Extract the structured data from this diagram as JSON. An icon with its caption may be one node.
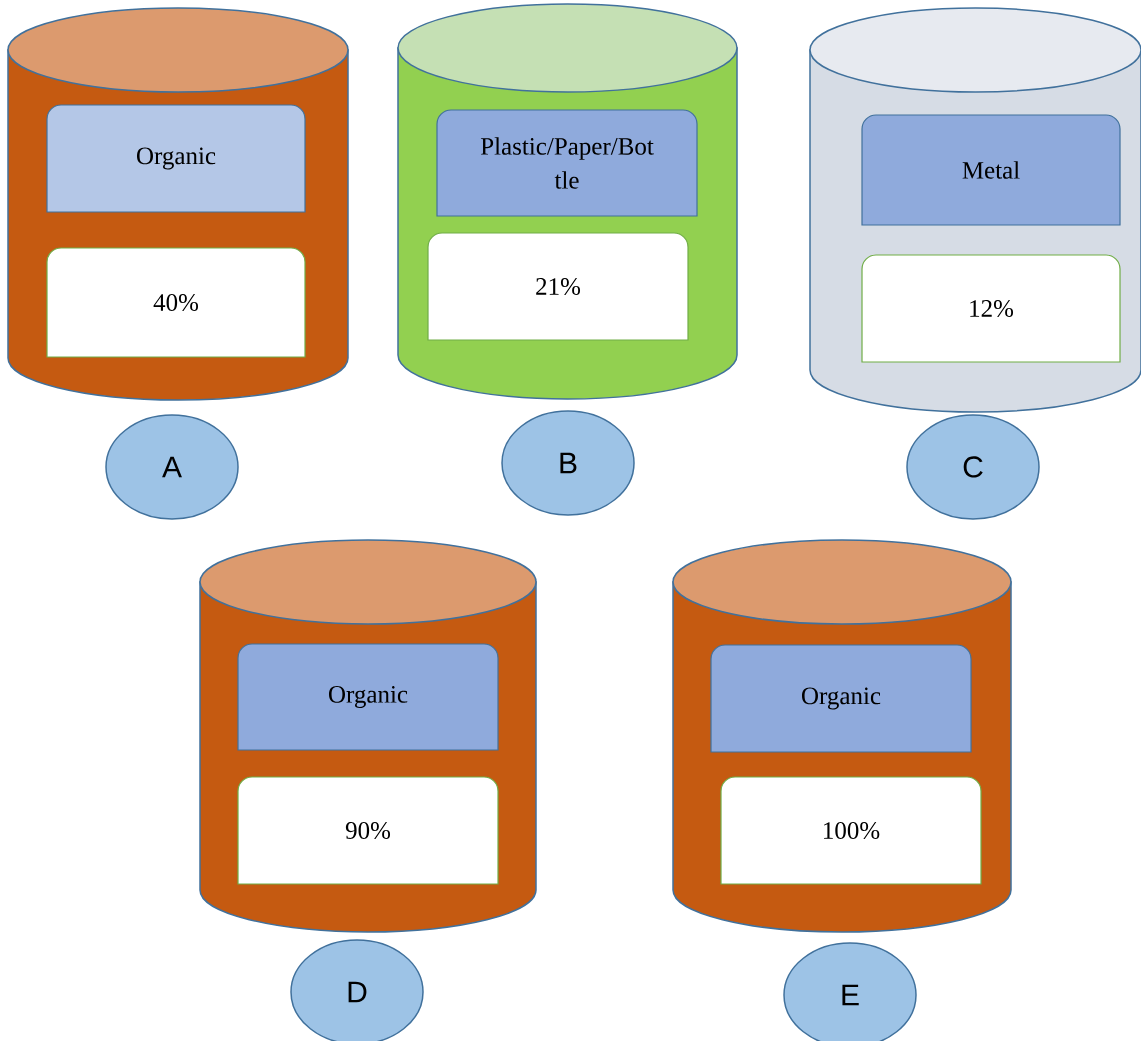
{
  "diagram": {
    "nodes": [
      {
        "text": [],
        "shape": "cylinder"
      },
      {
        "text": [
          "Organic"
        ],
        "in": 0
      },
      {
        "text": [
          "40%"
        ],
        "in": 0
      },
      {
        "text": [],
        "shape": "cylinder"
      },
      {
        "text": [
          "Plastic/Paper/Bot tle"
        ],
        "in": 3
      },
      {
        "text": [
          "21%"
        ],
        "in": 3
      },
      {
        "text": [],
        "shape": "cylinder"
      },
      {
        "text": [
          "Metal"
        ],
        "in": 6
      },
      {
        "text": [
          "12%"
        ],
        "in": 6
      },
      {
        "text": [
          "A"
        ]
      },
      {
        "text": [
          "B"
        ]
      },
      {
        "text": [
          "C"
        ]
      },
      {
        "text": [],
        "shape": "cylinder"
      },
      {
        "text": [
          "Organic"
        ],
        "in": 12
      },
      {
        "text": [
          "90%"
        ],
        "in": 12
      },
      {
        "text": [],
        "shape": "cylinder"
      },
      {
        "text": [
          "Organic"
        ],
        "in": 15
      },
      {
        "text": [
          "100%"
        ],
        "in": 15
      },
      {
        "text": [
          "D"
        ]
      },
      {
        "text": [
          "E"
        ]
      }
    ],
    "edges": []
  }
}
